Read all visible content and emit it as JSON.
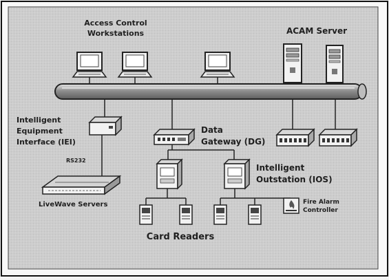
{
  "labels": {
    "workstations_line1": "Access Control",
    "workstations_line2": "Workstations",
    "acam_server": "ACAM Server",
    "iei_line1": "Intelligent",
    "iei_line2": "Equipment",
    "iei_line3": "Interface (IEI)",
    "dg_line1": "Data",
    "dg_line2": "Gateway (DG)",
    "ios_line1": "Intelligent",
    "ios_line2": "Outstation (IOS)",
    "rs232": "RS232",
    "livewave": "LiveWave Servers",
    "fire_line1": "Fire Alarm",
    "fire_line2": "Controller",
    "card_readers": "Card Readers"
  },
  "colors": {
    "background": "#cfcfcf",
    "frame": "#111111",
    "device_fill": "#f2f2f2",
    "device_stroke": "#222222",
    "bus_fill": "#9a9a9a"
  },
  "icons": {
    "workstation": "desktop-computer-icon",
    "server": "tower-server-icon",
    "controller": "rack-controller-icon",
    "card_reader": "card-reader-icon",
    "fire_alarm": "fire-alarm-icon"
  }
}
